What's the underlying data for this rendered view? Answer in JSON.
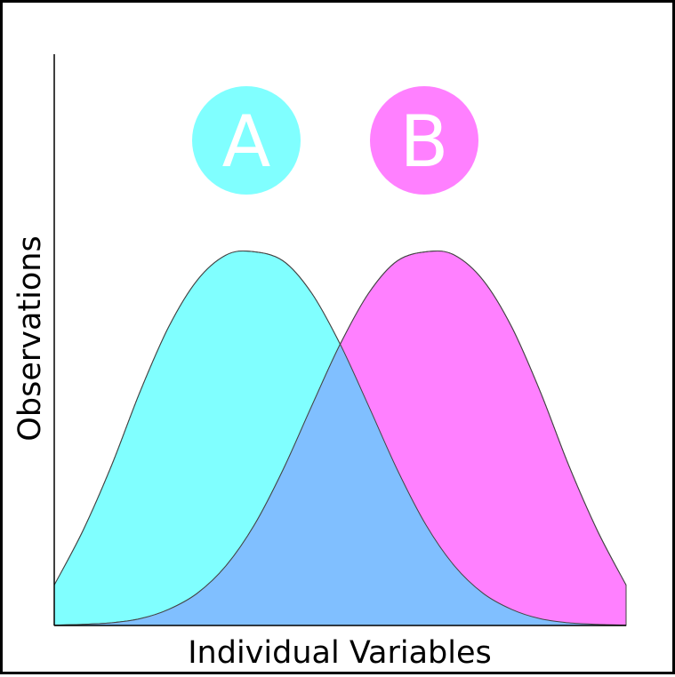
{
  "chart_data": {
    "type": "area",
    "title": "",
    "xlabel": "Individual Variables",
    "ylabel": "Observations",
    "xlim": [
      0,
      100
    ],
    "ylim": [
      0,
      100
    ],
    "grid": false,
    "overlap_color": "#80bfff",
    "series": [
      {
        "name": "A",
        "color": "#80ffff",
        "peak_x": 34.5,
        "peak_y": 100,
        "x": [
          0,
          5,
          10,
          15,
          20,
          25,
          30,
          34.5,
          40,
          45,
          50,
          55,
          60,
          65,
          70,
          75,
          80,
          85,
          90,
          95,
          100
        ],
        "y": [
          10.8,
          25.3,
          42.7,
          62.5,
          79.8,
          92.3,
          99.0,
          100,
          97.5,
          88.9,
          75.2,
          58.6,
          41.6,
          26.9,
          15.9,
          8.6,
          4.3,
          1.8,
          0.7,
          0.3,
          0.1
        ]
      },
      {
        "name": "B",
        "color": "#ff80ff",
        "peak_x": 65.5,
        "peak_y": 100,
        "x": [
          0,
          5,
          10,
          15,
          20,
          25,
          30,
          35,
          40,
          45,
          50,
          55,
          60,
          65.5,
          70,
          75,
          80,
          85,
          90,
          95,
          100
        ],
        "y": [
          0.1,
          0.3,
          0.7,
          1.8,
          4.3,
          8.6,
          15.9,
          26.9,
          41.6,
          58.6,
          75.2,
          88.9,
          97.5,
          100,
          99.0,
          92.3,
          79.8,
          62.5,
          42.7,
          25.3,
          10.8
        ]
      }
    ]
  }
}
